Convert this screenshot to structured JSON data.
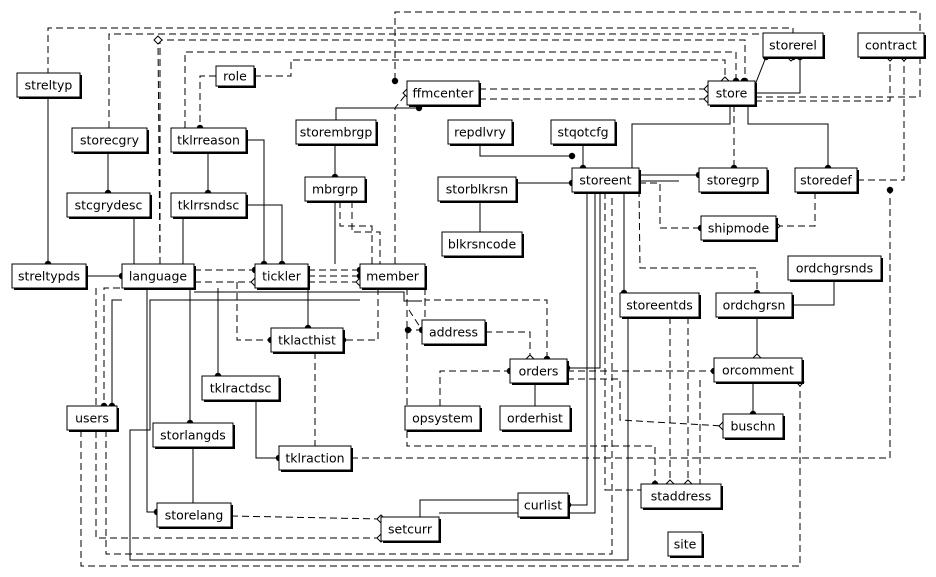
{
  "diagram": {
    "entities": [
      "streltyp",
      "storecgry",
      "stcgrydesc",
      "streltypds",
      "language",
      "role",
      "tklrreason",
      "tklrrsndsc",
      "tickler",
      "storembrgp",
      "mbrgrp",
      "member",
      "ffmcenter",
      "repdlvry",
      "stqotcfg",
      "storblkrsn",
      "blkrsncode",
      "storeent",
      "storerel",
      "contract",
      "store",
      "storegrp",
      "storedef",
      "shipmode",
      "ordchgrsnds",
      "ordchgrsn",
      "storeentds",
      "address",
      "orders",
      "tklacthist",
      "tklractdsc",
      "opsystem",
      "orderhist",
      "orcomment",
      "buschn",
      "users",
      "storlangds",
      "tklraction",
      "curlist",
      "staddress",
      "storelang",
      "setcurr",
      "site"
    ]
  }
}
